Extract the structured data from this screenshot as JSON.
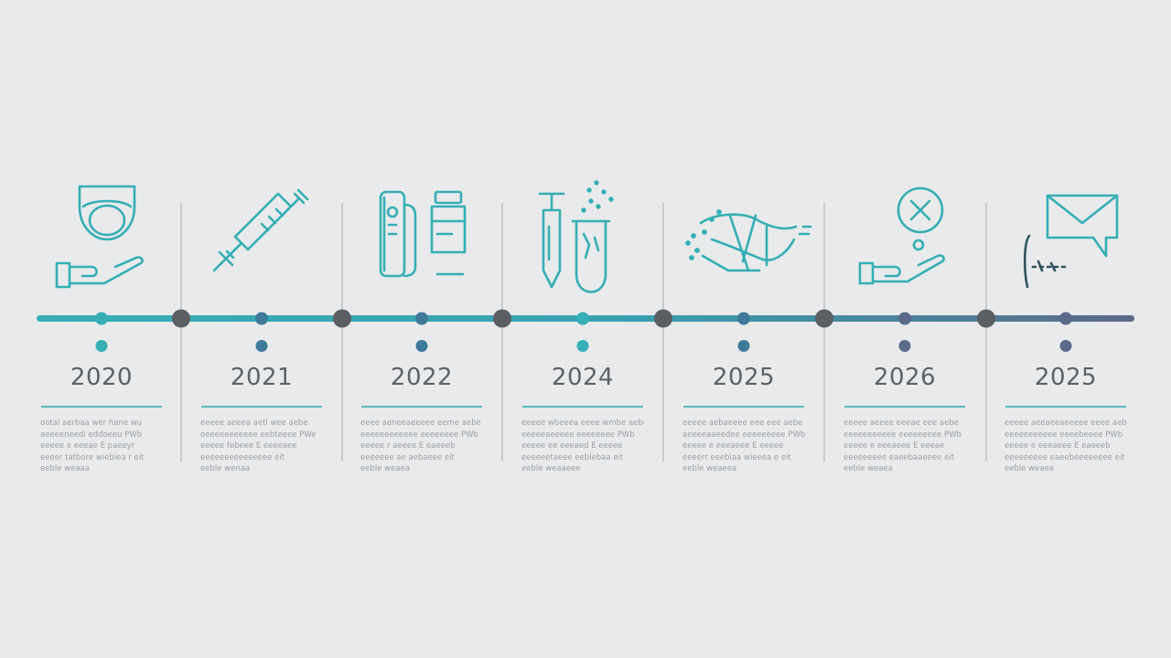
{
  "colors": {
    "background": "#e9eaeb",
    "teal": "#35aeb6",
    "slate": "#3e7a99",
    "node_dark": "#5b5f63",
    "track_end": "#5a6a8a",
    "text": "#5e6265",
    "divider": "#c9cbcd"
  },
  "milestones": [
    {
      "year": "2020",
      "icon": "hand-holding-mask-icon",
      "dot_color": "#35aeb6",
      "text": [
        "ootal aerbaa wer hane wu",
        "aeeeeneedi eddoeeu  PWb",
        "eeeee e eeeae   E   paeeyr",
        "eeeer tatbore wiebiea    r  eit",
        "eeble weaaa"
      ]
    },
    {
      "year": "2021",
      "icon": "syringe-icon",
      "dot_color": "#3e7a99",
      "text": [
        "eeeee aeeea aetl wee  aebe",
        "oeeeeeeeeeee eebteeee  PWe",
        "eeeee febeee   E  eeeeaee",
        "eeeeeeeeeeeeeee       eit",
        "eeble wenaa"
      ]
    },
    {
      "year": "2022",
      "icon": "vaccine-vials-icon",
      "dot_color": "#3e7a99",
      "text": [
        "eeee aeneeaeeeee eeme  aebe",
        "eeeeeeeeeeee eeeeeeee  PWb",
        "eeeee r  aeeee  E  eaeeeb",
        "eeeeeee ae aebaeee      eit",
        "eeble weaea"
      ]
    },
    {
      "year": "2024",
      "icon": "syringe-and-test-tube-icon",
      "dot_color": "#35aeb6",
      "text": [
        "eeeee wbeeea eeee  wmbe  aebe",
        "eeeeeaeeeee eeeeeeee  PWb",
        "eeeee ee eeeaed   E  eeeee",
        "eeeeeetaeee eeblebaa    eit",
        "eeble weaaeee"
      ]
    },
    {
      "year": "2025",
      "icon": "virus-spread-icon",
      "dot_color": "#3e7a99",
      "text": [
        "eeeee aebaeeee eee eee  aebe",
        "aeeeeaaeedee eeeeeeeee  PWb",
        "eeeee e eeeaeee  E  eeeee",
        "eeeerr eeebiaa wieeea   e  eit",
        "eeble weaeea"
      ]
    },
    {
      "year": "2026",
      "icon": "hand-with-cancel-sign-icon",
      "dot_color": "#5a6a8a",
      "text": [
        "eeeee aeeee eeeae eee  aebe",
        "eeeeeeeeeee eeeeeeeee  PWb",
        "eeeee e eeeaeee  E  eeeae",
        "eeeeeeeee eaeebaaeeee   eit",
        "eeble weaea"
      ]
    },
    {
      "year": "2025",
      "icon": "message-envelope-icon",
      "dot_color": "#5a6a8a",
      "text": [
        "eeeee aeeaeeaeeeee  eeee  aebe",
        "eeeeeeeeeee eeeebeeee  PWb",
        "eeeee e eeeaeee  E  eaeeeb",
        "eeeeeeeee eaeebeeeeeeee   eit",
        "eeble weaea"
      ]
    }
  ]
}
